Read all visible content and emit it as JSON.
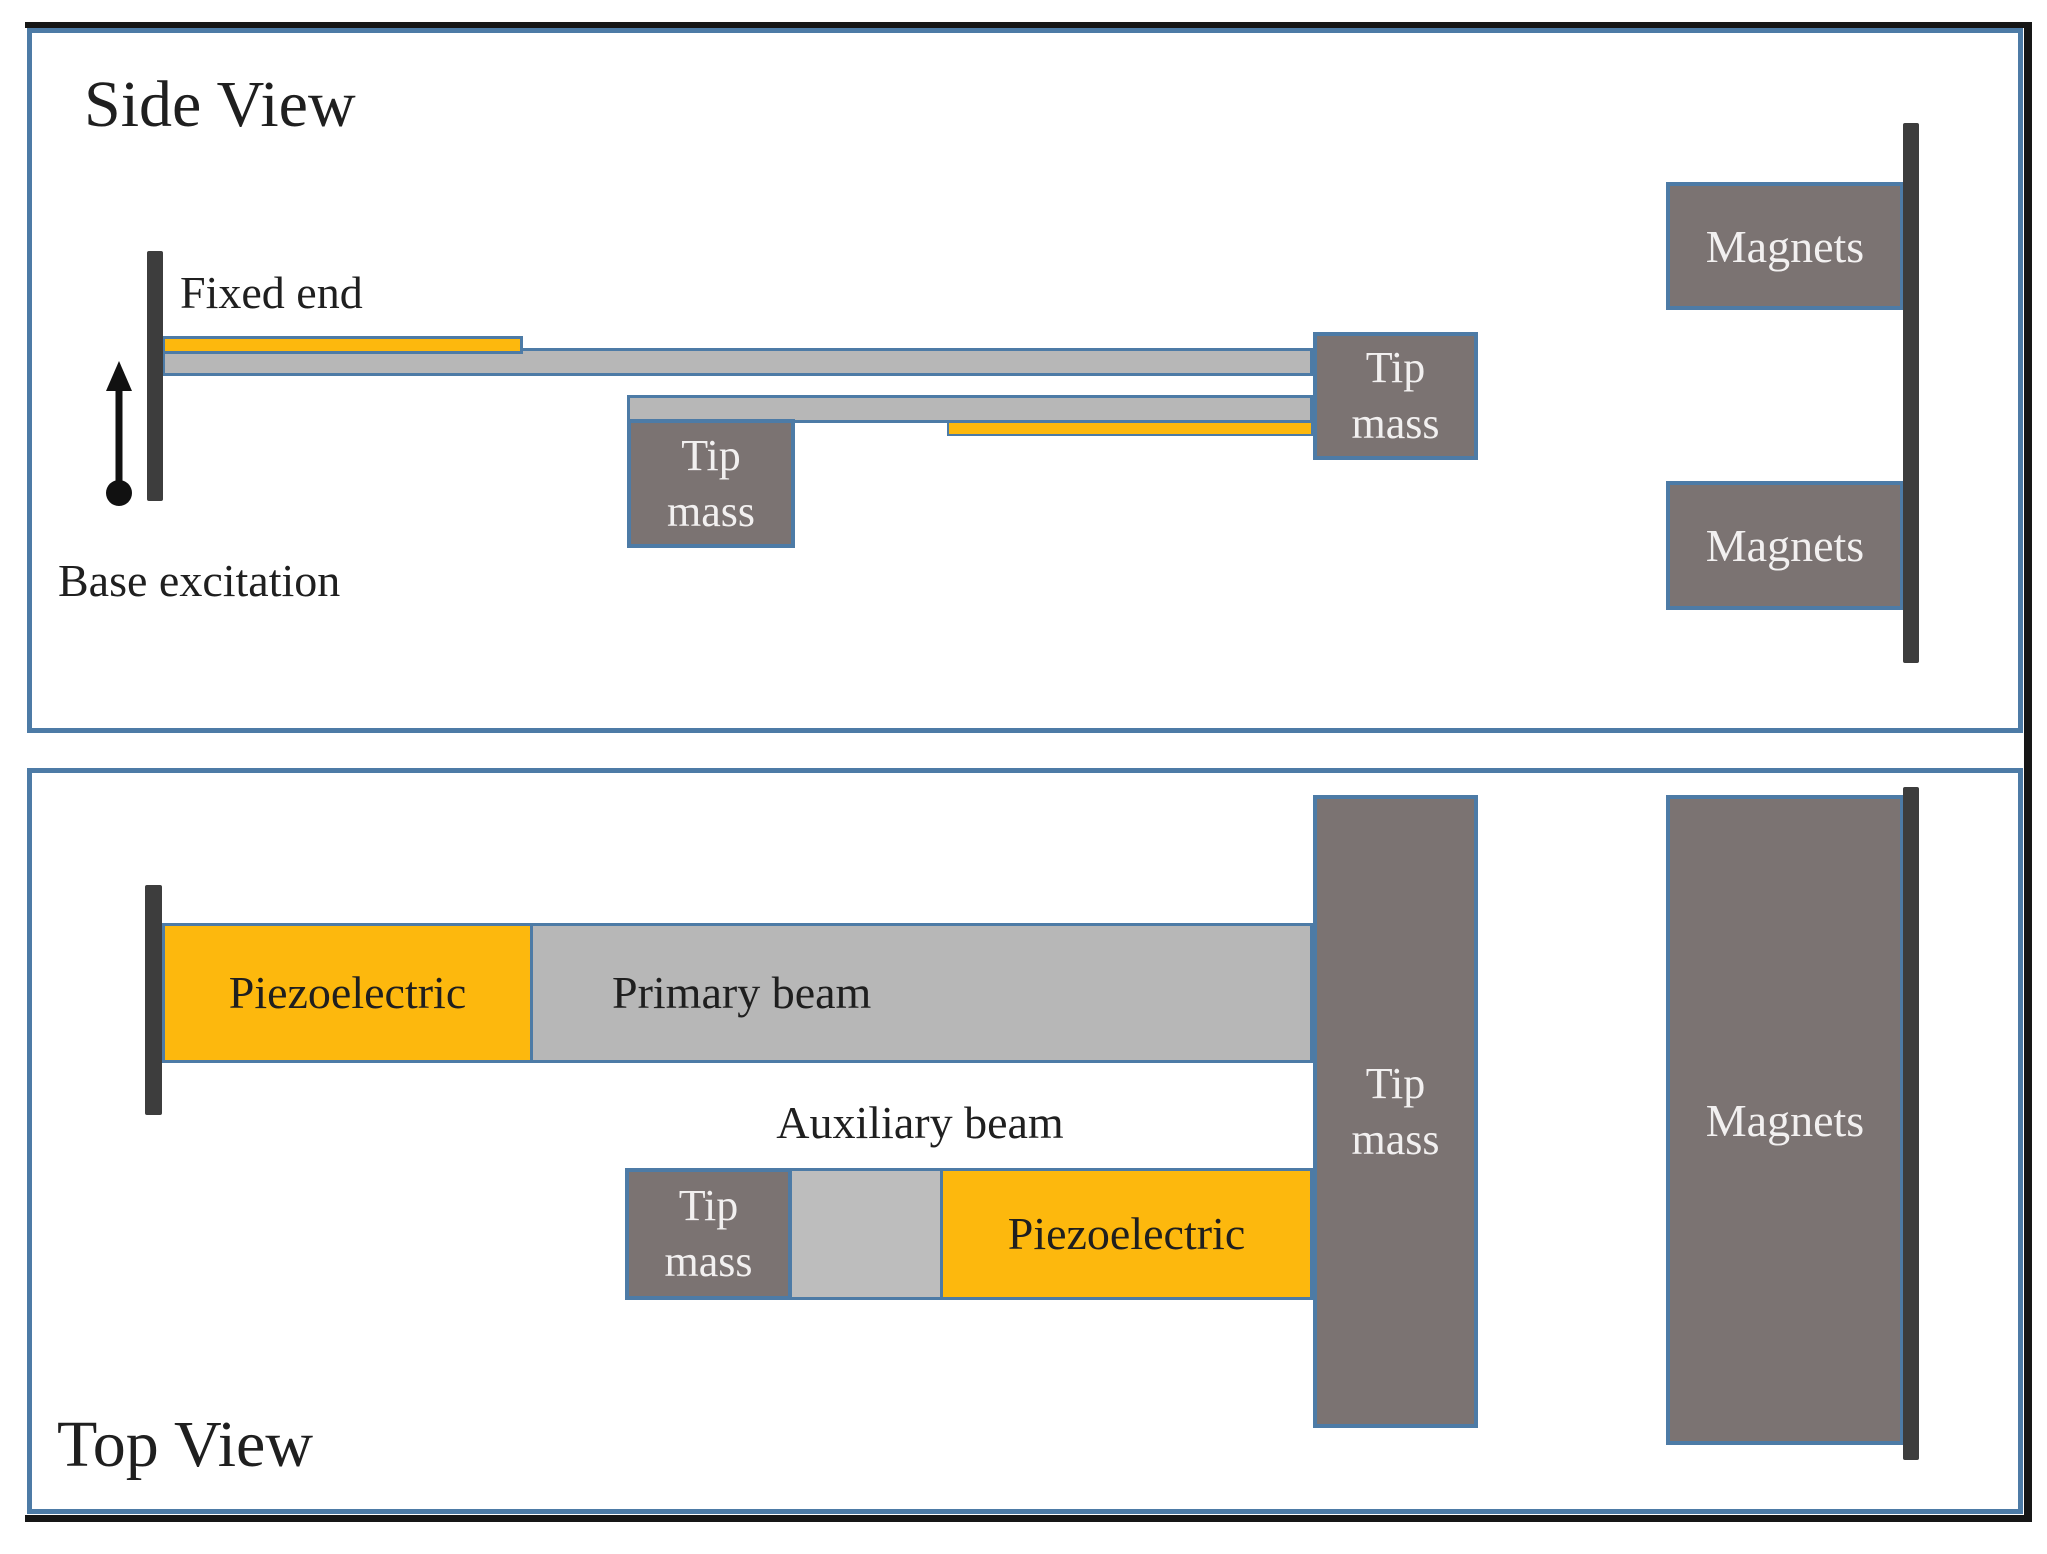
{
  "side_view": {
    "title": "Side View",
    "fixed_end_label": "Fixed end",
    "base_excitation_label": "Base excitation",
    "aux_tip_mass": {
      "line1": "Tip",
      "line2": "mass"
    },
    "main_tip_mass": {
      "line1": "Tip",
      "line2": "mass"
    },
    "magnet_top_label": "Magnets",
    "magnet_bottom_label": "Magnets"
  },
  "top_view": {
    "title": "Top View",
    "primary_piezo_label": "Piezoelectric",
    "primary_beam_label": "Primary beam",
    "auxiliary_beam_label": "Auxiliary beam",
    "aux_piezo_label": "Piezoelectric",
    "aux_tip_mass": {
      "line1": "Tip",
      "line2": "mass"
    },
    "main_tip_mass": {
      "line1": "Tip",
      "line2": "mass"
    },
    "magnets_label": "Magnets"
  },
  "colors": {
    "panel_border_blue": "#4d7ba6",
    "accent_frame_black": "#161616",
    "piezo_yellow": "#fdb80d",
    "beam_gray": "#b7b7b7",
    "mass_gray": "#7b7372",
    "wall_dark_gray": "#3d3d3d",
    "text_dark": "#1f1f1f",
    "text_light": "#f2f0f0"
  }
}
